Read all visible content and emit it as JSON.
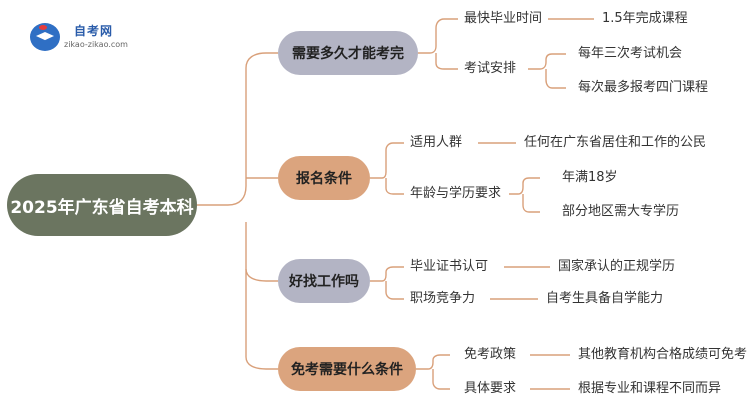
{
  "logo": {
    "name": "自考网",
    "url": "zikao-zikao.com"
  },
  "mindmap": {
    "root": "2025年广东省自考本科",
    "branches": [
      {
        "label": "需要多久才能考完",
        "color": "#b3b4c4",
        "children": [
          {
            "label": "最快毕业时间",
            "details": [
              "1.5年完成课程"
            ]
          },
          {
            "label": "考试安排",
            "details": [
              "每年三次考试机会",
              "每次最多报考四门课程"
            ]
          }
        ]
      },
      {
        "label": "报名条件",
        "color": "#dba47e",
        "children": [
          {
            "label": "适用人群",
            "details": [
              "任何在广东省居住和工作的公民"
            ]
          },
          {
            "label": "年龄与学历要求",
            "details": [
              "年满18岁",
              "部分地区需大专学历"
            ]
          }
        ]
      },
      {
        "label": "好找工作吗",
        "color": "#b3b4c4",
        "children": [
          {
            "label": "毕业证书认可",
            "details": [
              "国家承认的正规学历"
            ]
          },
          {
            "label": "职场竞争力",
            "details": [
              "自考生具备自学能力"
            ]
          }
        ]
      },
      {
        "label": "免考需要什么条件",
        "color": "#dba47e",
        "children": [
          {
            "label": "免考政策",
            "details": [
              "其他教育机构合格成绩可免考"
            ]
          },
          {
            "label": "具体要求",
            "details": [
              "根据专业和课程不同而异"
            ]
          }
        ]
      }
    ]
  }
}
